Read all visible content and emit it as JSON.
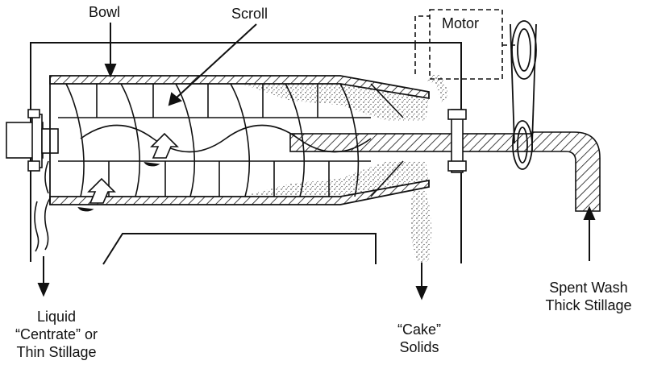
{
  "labels": {
    "bowl": "Bowl",
    "scroll": "Scroll",
    "motor": "Motor",
    "liquid_line1": "Liquid",
    "liquid_line2": "“Centrate” or",
    "liquid_line3": "Thin Stillage",
    "cake_line1": "“Cake”",
    "cake_line2": "Solids",
    "spent_line1": "Spent Wash",
    "spent_line2": "Thick Stillage"
  },
  "colors": {
    "ink": "#111111",
    "background": "#ffffff"
  }
}
